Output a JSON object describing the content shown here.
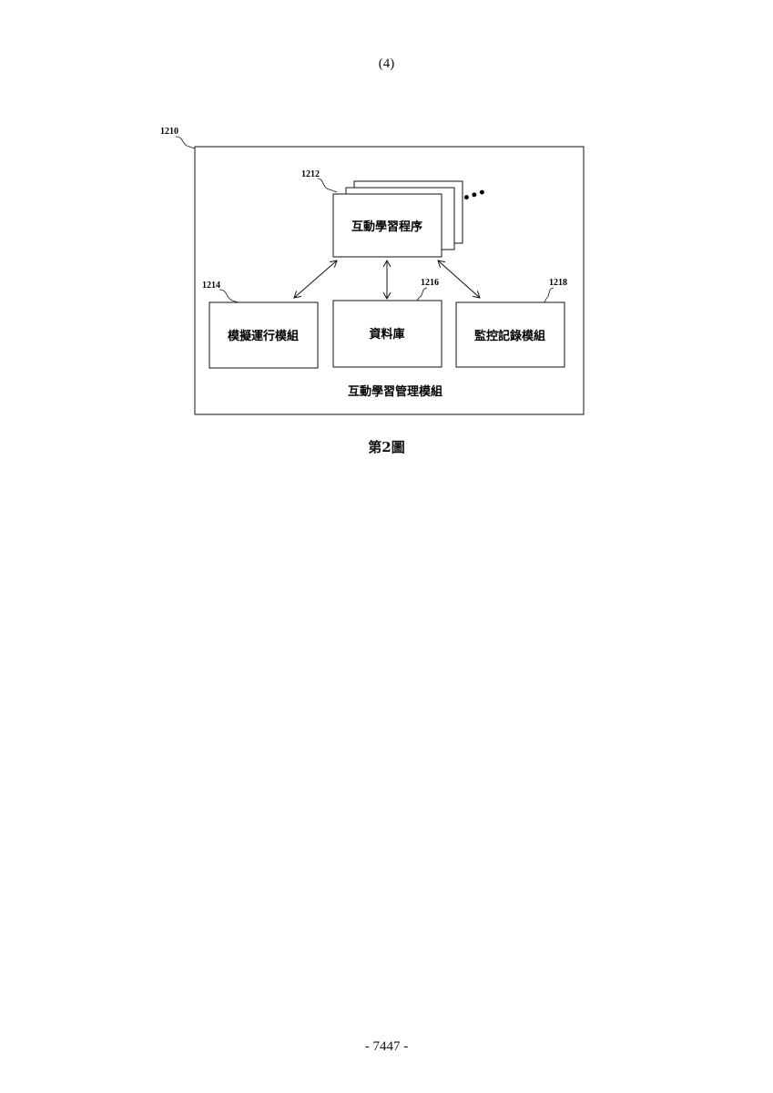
{
  "header": {
    "text": "(4)"
  },
  "diagram": {
    "outer": {
      "ref": "1210",
      "label": "互動學習管理模組"
    },
    "interactive_program": {
      "ref": "1212",
      "label": "互動學習程序",
      "ellipsis": "•••"
    },
    "simulation_module": {
      "ref": "1214",
      "label": "模擬運行模組"
    },
    "database": {
      "ref": "1216",
      "label": "資料庫"
    },
    "monitor_module": {
      "ref": "1218",
      "label": "監控記錄模組"
    }
  },
  "caption": {
    "text": "第2圖"
  },
  "footer": {
    "text": "- 7447 -"
  }
}
